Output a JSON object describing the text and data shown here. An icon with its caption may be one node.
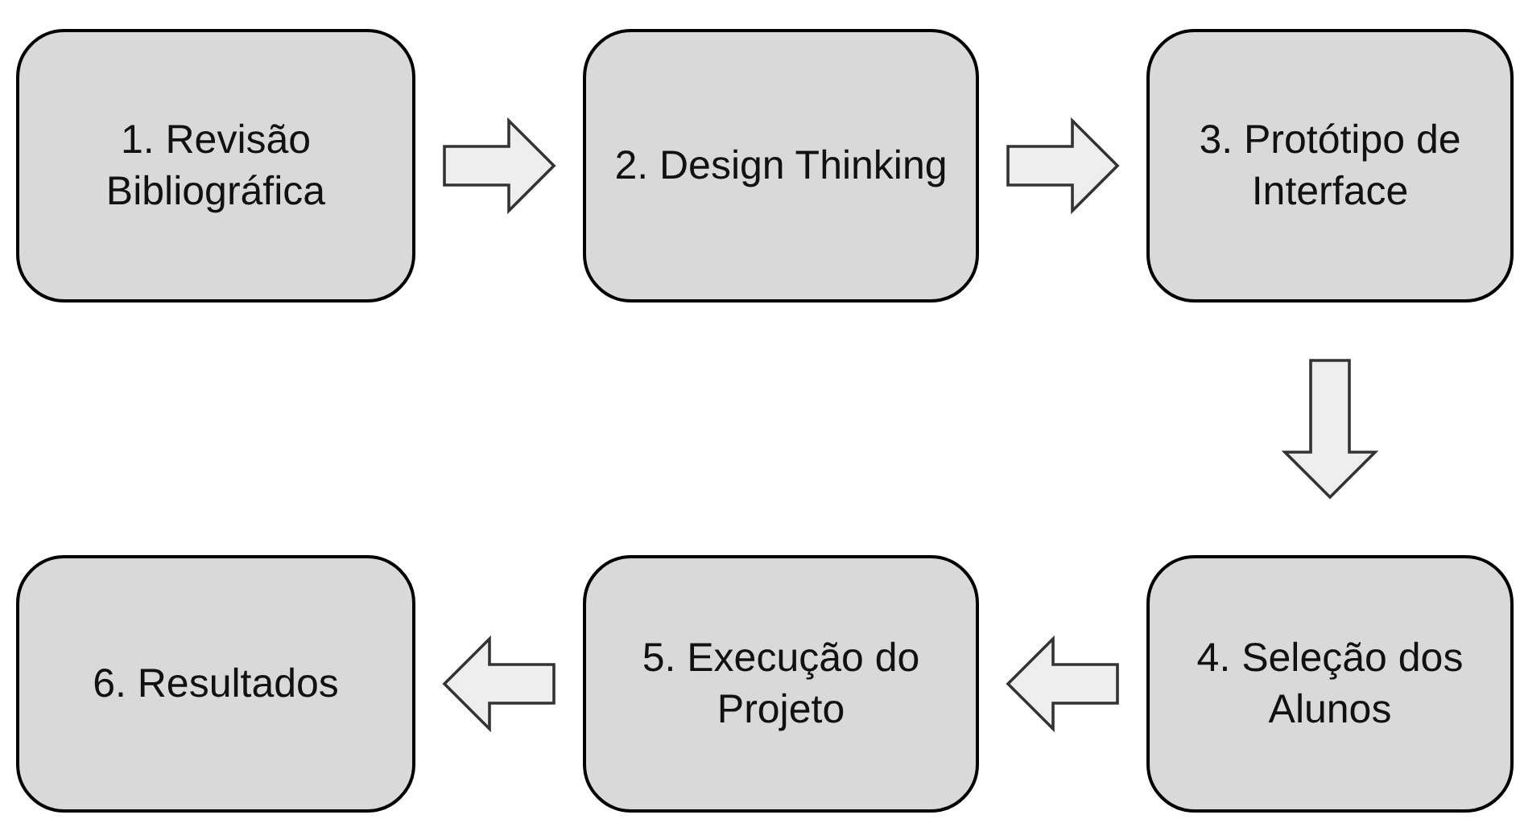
{
  "diagram": {
    "nodes": [
      {
        "text": [
          "1. Revisão Bibliográfica"
        ]
      },
      {
        "text": [
          "2. Design Thinking"
        ]
      },
      {
        "text": [
          "3. Protótipo de Interface"
        ]
      },
      {
        "text": [
          "4. Seleção dos Alunos"
        ]
      },
      {
        "text": [
          "5. Execução do Projeto"
        ]
      },
      {
        "text": [
          "6. Resultados"
        ]
      }
    ],
    "edges": [
      {
        "from": 0,
        "to": 1,
        "arrow": "to"
      },
      {
        "from": 1,
        "to": 2,
        "arrow": "to"
      },
      {
        "from": 2,
        "to": 3,
        "arrow": "to"
      },
      {
        "from": 3,
        "to": 4,
        "arrow": "to"
      },
      {
        "from": 4,
        "to": 5,
        "arrow": "to"
      }
    ]
  }
}
